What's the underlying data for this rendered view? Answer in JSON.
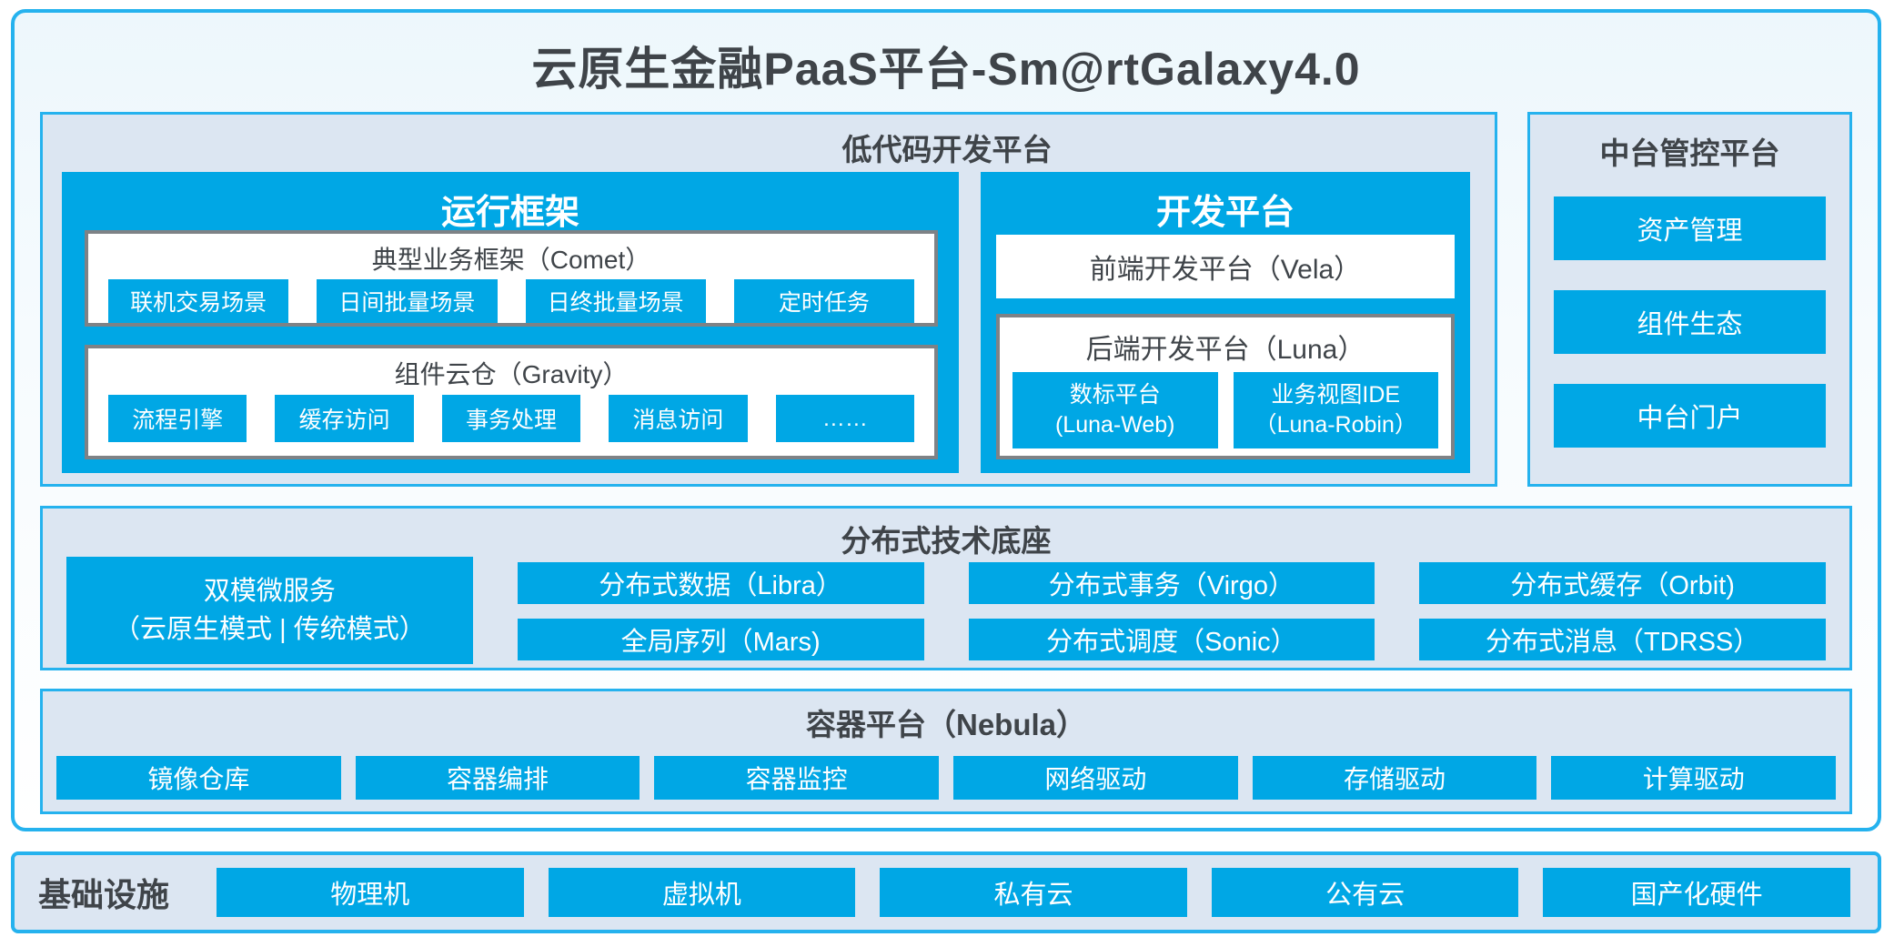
{
  "title": "云原生金融PaaS平台-Sm@rtGalaxy4.0",
  "colors": {
    "accent_fill": "#00A7E5",
    "accent_border": "#25B2EE",
    "panel_bg": "#DCE6F2",
    "gray_border": "#7E8286",
    "dark_text": "#3F4449",
    "white_text": "#FFFFFF"
  },
  "lowcode": {
    "title": "低代码开发平台",
    "runtime": {
      "title": "运行框架",
      "comet": {
        "title": "典型业务框架（Comet）",
        "items": [
          "联机交易场景",
          "日间批量场景",
          "日终批量场景",
          "定时任务"
        ]
      },
      "gravity": {
        "title": "组件云仓（Gravity）",
        "items": [
          "流程引擎",
          "缓存访问",
          "事务处理",
          "消息访问",
          "……"
        ]
      }
    },
    "dev": {
      "title": "开发平台",
      "vela": "前端开发平台（Vela）",
      "luna": {
        "title": "后端开发平台（Luna）",
        "items": [
          {
            "line1": "数标平台",
            "line2": "(Luna-Web)"
          },
          {
            "line1": "业务视图IDE",
            "line2": "（Luna-Robin）"
          }
        ]
      }
    }
  },
  "midplatform": {
    "title": "中台管控平台",
    "items": [
      "资产管理",
      "组件生态",
      "中台门户"
    ]
  },
  "distributed": {
    "title": "分布式技术底座",
    "dual": {
      "line1": "双模微服务",
      "line2": "（云原生模式 | 传统模式）"
    },
    "col1": [
      "分布式数据（Libra）",
      "全局序列（Mars)"
    ],
    "col2": [
      "分布式事务（Virgo）",
      "分布式调度（Sonic）"
    ],
    "col3": [
      "分布式缓存（Orbit)",
      "分布式消息（TDRSS）"
    ]
  },
  "container": {
    "title": "容器平台（Nebula）",
    "items": [
      "镜像仓库",
      "容器编排",
      "容器监控",
      "网络驱动",
      "存储驱动",
      "计算驱动"
    ]
  },
  "infra": {
    "title": "基础设施",
    "items": [
      "物理机",
      "虚拟机",
      "私有云",
      "公有云",
      "国产化硬件"
    ]
  }
}
